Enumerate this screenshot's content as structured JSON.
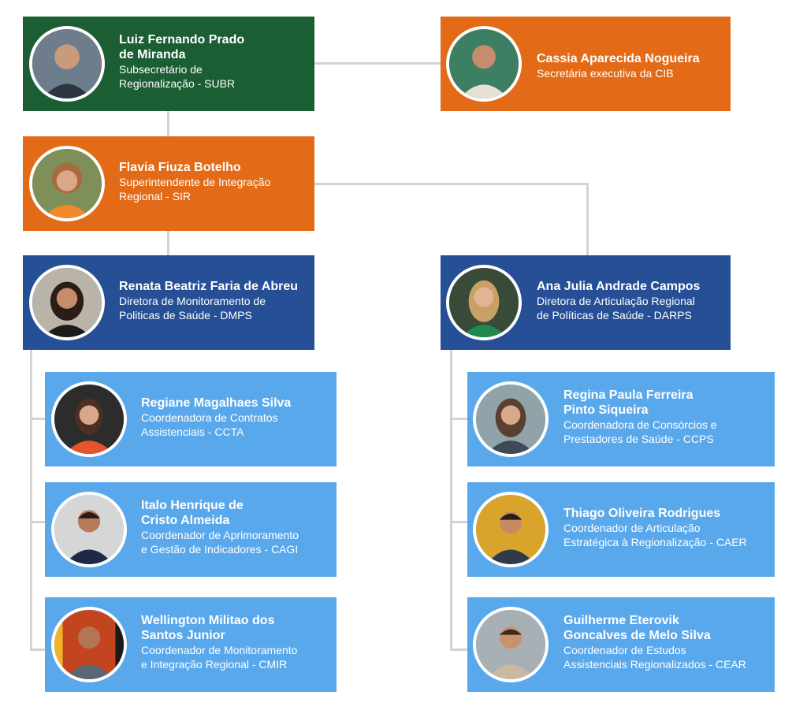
{
  "colors": {
    "dark_green": "#1b5e34",
    "orange": "#e36a17",
    "dark_blue": "#264f96",
    "light_blue": "#5aa8ec",
    "connector": "#d3d3d3"
  },
  "nodes": {
    "subr": {
      "name_line1": "Luiz Fernando Prado",
      "name_line2": "de Miranda",
      "role_line1": "Subsecretário de",
      "role_line2": "Regionalização - SUBR",
      "photo": "person-photo-icon"
    },
    "cib": {
      "name_line1": "Cassia Aparecida Nogueira",
      "role_line1": "Secretária executiva da CIB",
      "photo": "person-photo-icon"
    },
    "sir": {
      "name_line1": "Flavia Fiuza Botelho",
      "role_line1": "Superintendente de Integração",
      "role_line2": "Regional - SIR",
      "photo": "person-photo-icon"
    },
    "dmps": {
      "name_line1": "Renata Beatriz Faria de Abreu",
      "role_line1": "Diretora de Monitoramento de",
      "role_line2": "Politicas de Saúde - DMPS",
      "photo": "person-photo-icon"
    },
    "darps": {
      "name_line1": "Ana Julia Andrade Campos",
      "role_line1": "Diretora de Articulação Regional",
      "role_line2": "de Políticas de Saúde - DARPS",
      "photo": "person-photo-icon"
    },
    "ccta": {
      "name_line1": "Regiane Magalhaes Silva",
      "role_line1": "Coordenadora de Contratos",
      "role_line2": "Assistenciais - CCTA",
      "photo": "person-photo-icon"
    },
    "cagi": {
      "name_line1": "Italo Henrique de",
      "name_line2": "Cristo Almeida",
      "role_line1": "Coordenador de Aprimoramento",
      "role_line2": "e Gestão de Indicadores - CAGI",
      "photo": "person-photo-icon"
    },
    "cmir": {
      "name_line1": "Wellington Militao dos",
      "name_line2": "Santos Junior",
      "role_line1": "Coordenador de Monitoramento",
      "role_line2": "e Integração Regional - CMIR",
      "photo": "person-photo-icon"
    },
    "ccps": {
      "name_line1": "Regina Paula Ferreira",
      "name_line2": "Pinto Siqueira",
      "role_line1": "Coordenadora de Consórcios e",
      "role_line2": "Prestadores de Saúde - CCPS",
      "photo": "person-photo-icon"
    },
    "caer": {
      "name_line1": "Thiago Oliveira Rodrigues",
      "role_line1": "Coordenador de Articulação",
      "role_line2": "Estratégica à Regionalização - CAER",
      "photo": "person-photo-icon"
    },
    "cear": {
      "name_line1": "Guilherme Eterovik",
      "name_line2": "Goncalves de Melo Silva",
      "role_line1": "Coordenador de Estudos",
      "role_line2": "Assistenciais Regionalizados - CEAR",
      "photo": "person-photo-icon"
    }
  }
}
